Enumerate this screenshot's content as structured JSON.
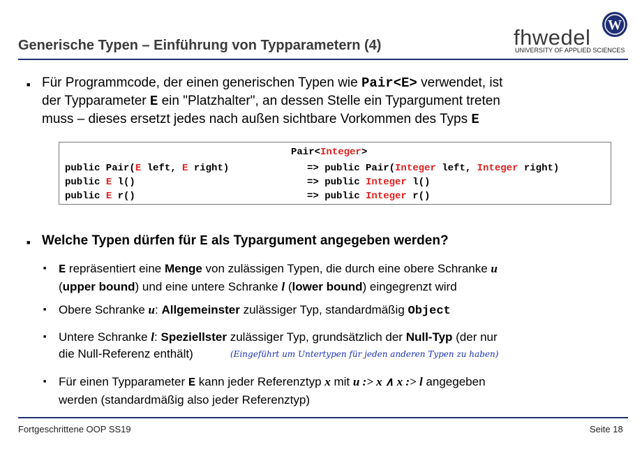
{
  "header": {
    "title": "Generische Typen – Einführung von Typparametern (4)",
    "logo_fh": "fh",
    "logo_wedel": "wedel",
    "logo_sub": "UNIVERSITY OF APPLIED SCIENCES",
    "logo_badge": "W"
  },
  "bullet1": {
    "t1": "Für Programmcode, der einen generischen Typen wie ",
    "c1": "Pair<E>",
    "t2": " verwendet, ist",
    "t3": "der Typparameter ",
    "c2": "E",
    "t4": " ein \"Platzhalter\", an dessen Stelle ein Typargument treten",
    "t5": "muss – dieses ersetzt jedes nach außen sichtbare Vorkommen des Typs ",
    "c3": "E"
  },
  "code": {
    "head_a": "Pair<",
    "head_b": "Integer",
    "head_c": ">",
    "lines": [
      {
        "l_pre": "public Pair(",
        "l_e1": "E",
        "l_mid": " left, ",
        "l_e2": "E",
        "l_post": " right)",
        "r_pre": "=> public Pair(",
        "r_t1": "Integer",
        "r_mid": " left, ",
        "r_t2": "Integer",
        "r_post": " right)"
      },
      {
        "l_pre": "public ",
        "l_e1": "E",
        "l_post": " l()",
        "r_pre": "=> public ",
        "r_t1": "Integer",
        "r_post": " l()"
      },
      {
        "l_pre": "public ",
        "l_e1": "E",
        "l_post": " r()",
        "r_pre": "=> public ",
        "r_t1": "Integer",
        "r_post": " r()"
      }
    ]
  },
  "bullet2": {
    "t1": "Welche Typen dürfen für ",
    "c1": "E",
    "t2": " als Typargument angegeben werden?"
  },
  "sub1": {
    "c1": "E",
    "t1": " repräsentiert eine ",
    "b1": "Menge",
    "t2": " von zulässigen Typen, die durch eine obere Schranke ",
    "m1": "u",
    "t3": "(",
    "b2": "upper bound",
    "t4": ") und eine untere Schranke ",
    "m2": "l",
    "t5": " (",
    "b3": "lower bound",
    "t6": ") eingegrenzt wird"
  },
  "sub2": {
    "t1": "Obere Schranke ",
    "m1": "u",
    "t2": ": ",
    "b1": "Allgemeinster",
    "t3": " zulässiger Typ, standardmäßig ",
    "c1": "Object"
  },
  "sub3": {
    "t1": "Untere Schranke ",
    "m1": "l",
    "t2": ": ",
    "b1": "Speziellster",
    "t3": " zulässiger Typ, grundsätzlich der ",
    "b2": "Null-Typ",
    "t4": " (der nur",
    "t5": "die Null-Referenz enthält)"
  },
  "handwriting": "(Eingeführt um Untertypen für jeden anderen Typen zu haben)",
  "sub4": {
    "t1": "Für einen Typparameter ",
    "c1": "E",
    "t2": " kann jeder Referenztyp ",
    "m1": "x",
    "t3": " mit ",
    "m2": "u :> x ∧ x :> l",
    "t4": " angegeben",
    "t5": "werden (standardmäßig also jeder Referenztyp)"
  },
  "footer": {
    "left": "Fortgeschrittene OOP SS19",
    "right": "Seite 18"
  }
}
